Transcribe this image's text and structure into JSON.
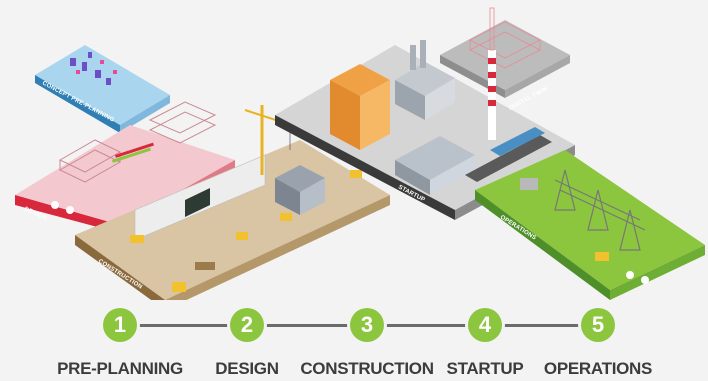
{
  "scene": {
    "zones": {
      "concept": "CONCEPT PRE-PLANNING",
      "design": "DESIGN",
      "construction": "CONSTRUCTION",
      "startup": "STARTUP",
      "digital_twin": "DIGITAL TWIN",
      "operations": "OPERATIONS"
    },
    "colors": {
      "concept": "#a9d6ee",
      "design": "#f3c9cf",
      "design_edge": "#d8283c",
      "construction": "#d9c5a3",
      "startup": "#d5d5d5",
      "operations": "#8cc63e",
      "steps": "#8cc63e"
    }
  },
  "timeline": {
    "steps": [
      {
        "number": "1",
        "label": "PRE-PLANNING"
      },
      {
        "number": "2",
        "label": "DESIGN"
      },
      {
        "number": "3",
        "label": "CONSTRUCTION"
      },
      {
        "number": "4",
        "label": "STARTUP"
      },
      {
        "number": "5",
        "label": "OPERATIONS"
      }
    ]
  }
}
